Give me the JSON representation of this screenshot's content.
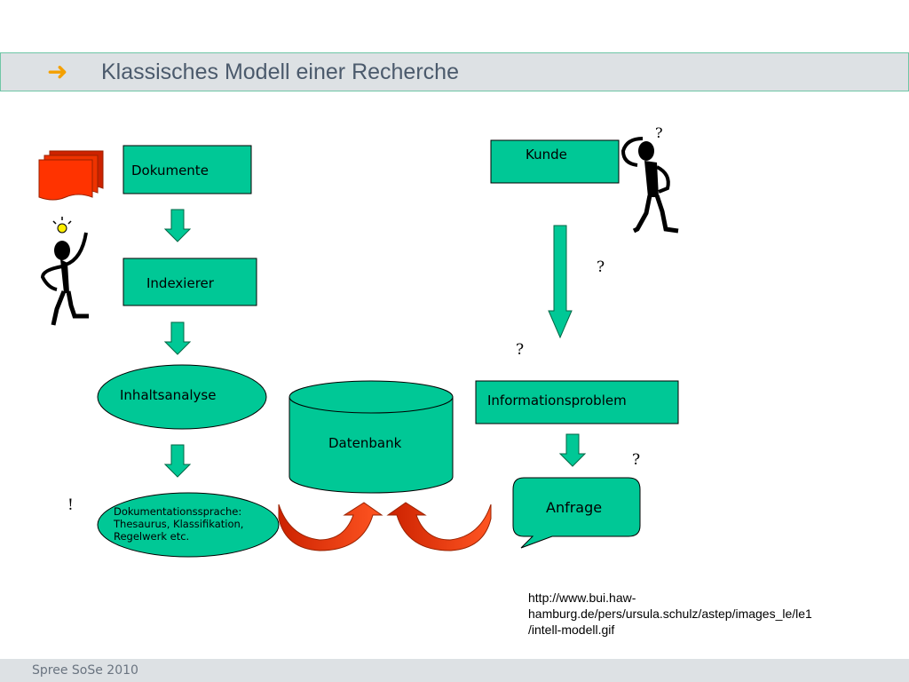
{
  "header": {
    "arrow_icon": "right-arrow-icon",
    "title": "Klassisches Modell einer Recherche"
  },
  "diagram": {
    "nodes": {
      "dokumente": "Dokumente",
      "indexierer": "Indexierer",
      "inhaltsanalyse": "Inhaltsanalyse",
      "dokumentationssprache": [
        "Dokumentationssprache:",
        "Thesaurus, Klassifikation,",
        "Regelwerk etc."
      ],
      "datenbank": "Datenbank",
      "kunde": "Kunde",
      "informationsproblem": "Informationsproblem",
      "anfrage": "Anfrage"
    },
    "marks": {
      "exclamation": "!",
      "question_1": "?",
      "question_2": "?",
      "question_3": "?",
      "question_head": "?"
    },
    "colors": {
      "node_fill": "#00c896",
      "document_fill": "#ff3300",
      "curved_arrow_fill": "#ee3300"
    }
  },
  "source": {
    "lines": [
      "http://www.bui.haw-",
      "hamburg.de/pers/ursula.schulz/astep/images_le/le1",
      "/intell-modell.gif"
    ]
  },
  "footer": {
    "text": "Spree SoSe 2010"
  }
}
